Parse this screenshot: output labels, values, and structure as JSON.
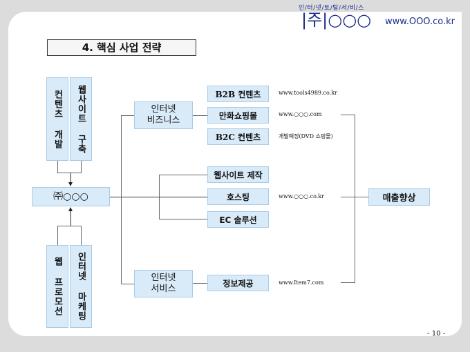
{
  "header": {
    "brand_sub": "인/터/넷/토/탈/서/비/스",
    "brand_main": "|주|○○○",
    "brand_url": "www.OOO.co.kr"
  },
  "title": "4. 핵심 사업 전략",
  "diagram": {
    "top_inputs": [
      "컨텐츠 개발",
      "웹사이트 구축"
    ],
    "bottom_inputs": [
      "웹 프로모션",
      "인터넷 마케팅"
    ],
    "company": "㈜○○○",
    "categories": {
      "business": "인터넷\n비즈니스",
      "service": "인터넷\n서비스"
    },
    "business_items": [
      {
        "label": "B2B 컨텐츠",
        "note": "www.tools4989.co.kr"
      },
      {
        "label": "만화쇼핑몰",
        "note": "www.○○○.com"
      },
      {
        "label": "B2C 컨텐츠",
        "note": "개발예정(DVD 쇼핑몰)"
      }
    ],
    "direct_items": [
      {
        "label": "웹사이트 제작",
        "note": ""
      },
      {
        "label": "호스팅",
        "note": "www.○○○.co.kr"
      },
      {
        "label": "EC 솔루션",
        "note": ""
      }
    ],
    "service_items": [
      {
        "label": "정보제공",
        "note": "www.Item7.com"
      }
    ],
    "outcome": "매출향상"
  },
  "footer": {
    "page": "- 10 -"
  }
}
